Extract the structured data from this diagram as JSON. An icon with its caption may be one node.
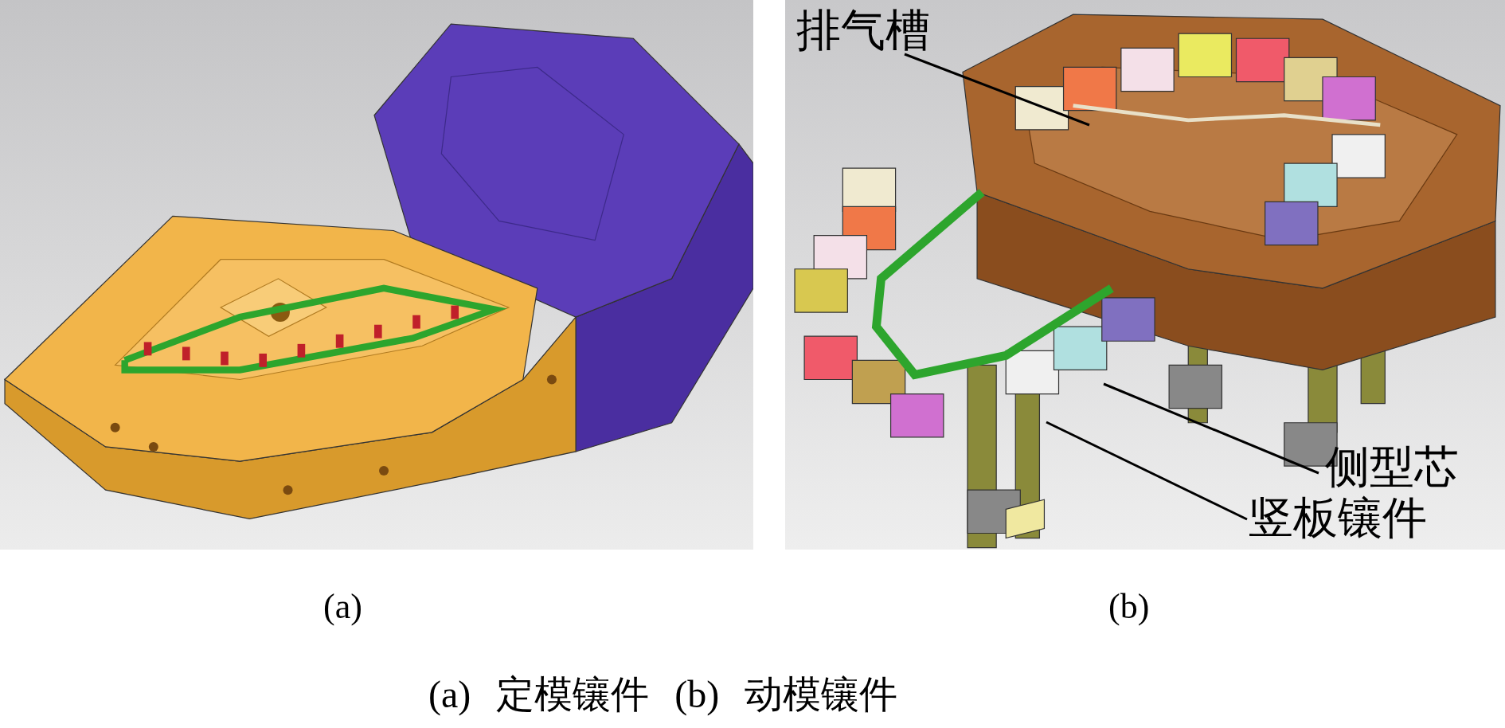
{
  "diagram": {
    "caption": "(a) 定模镶件 (b) 动模镶件",
    "nodes": [
      {
        "text": [],
        "shape": "picture",
        "beside": [
          "(a)"
        ]
      },
      {
        "text": [],
        "shape": "picture",
        "beside": [
          "(b)"
        ]
      },
      {
        "text": [
          "排气槽"
        ],
        "in": 1
      },
      {
        "text": [
          "侧型芯"
        ],
        "in": 1
      },
      {
        "text": [
          "竖板镶件"
        ],
        "in": 1
      }
    ],
    "edges": [
      {
        "from": 2,
        "to": null,
        "arrow": "none"
      },
      {
        "from": 3,
        "to": null,
        "arrow": "none"
      },
      {
        "from": 4,
        "to": null,
        "arrow": "none"
      }
    ]
  }
}
